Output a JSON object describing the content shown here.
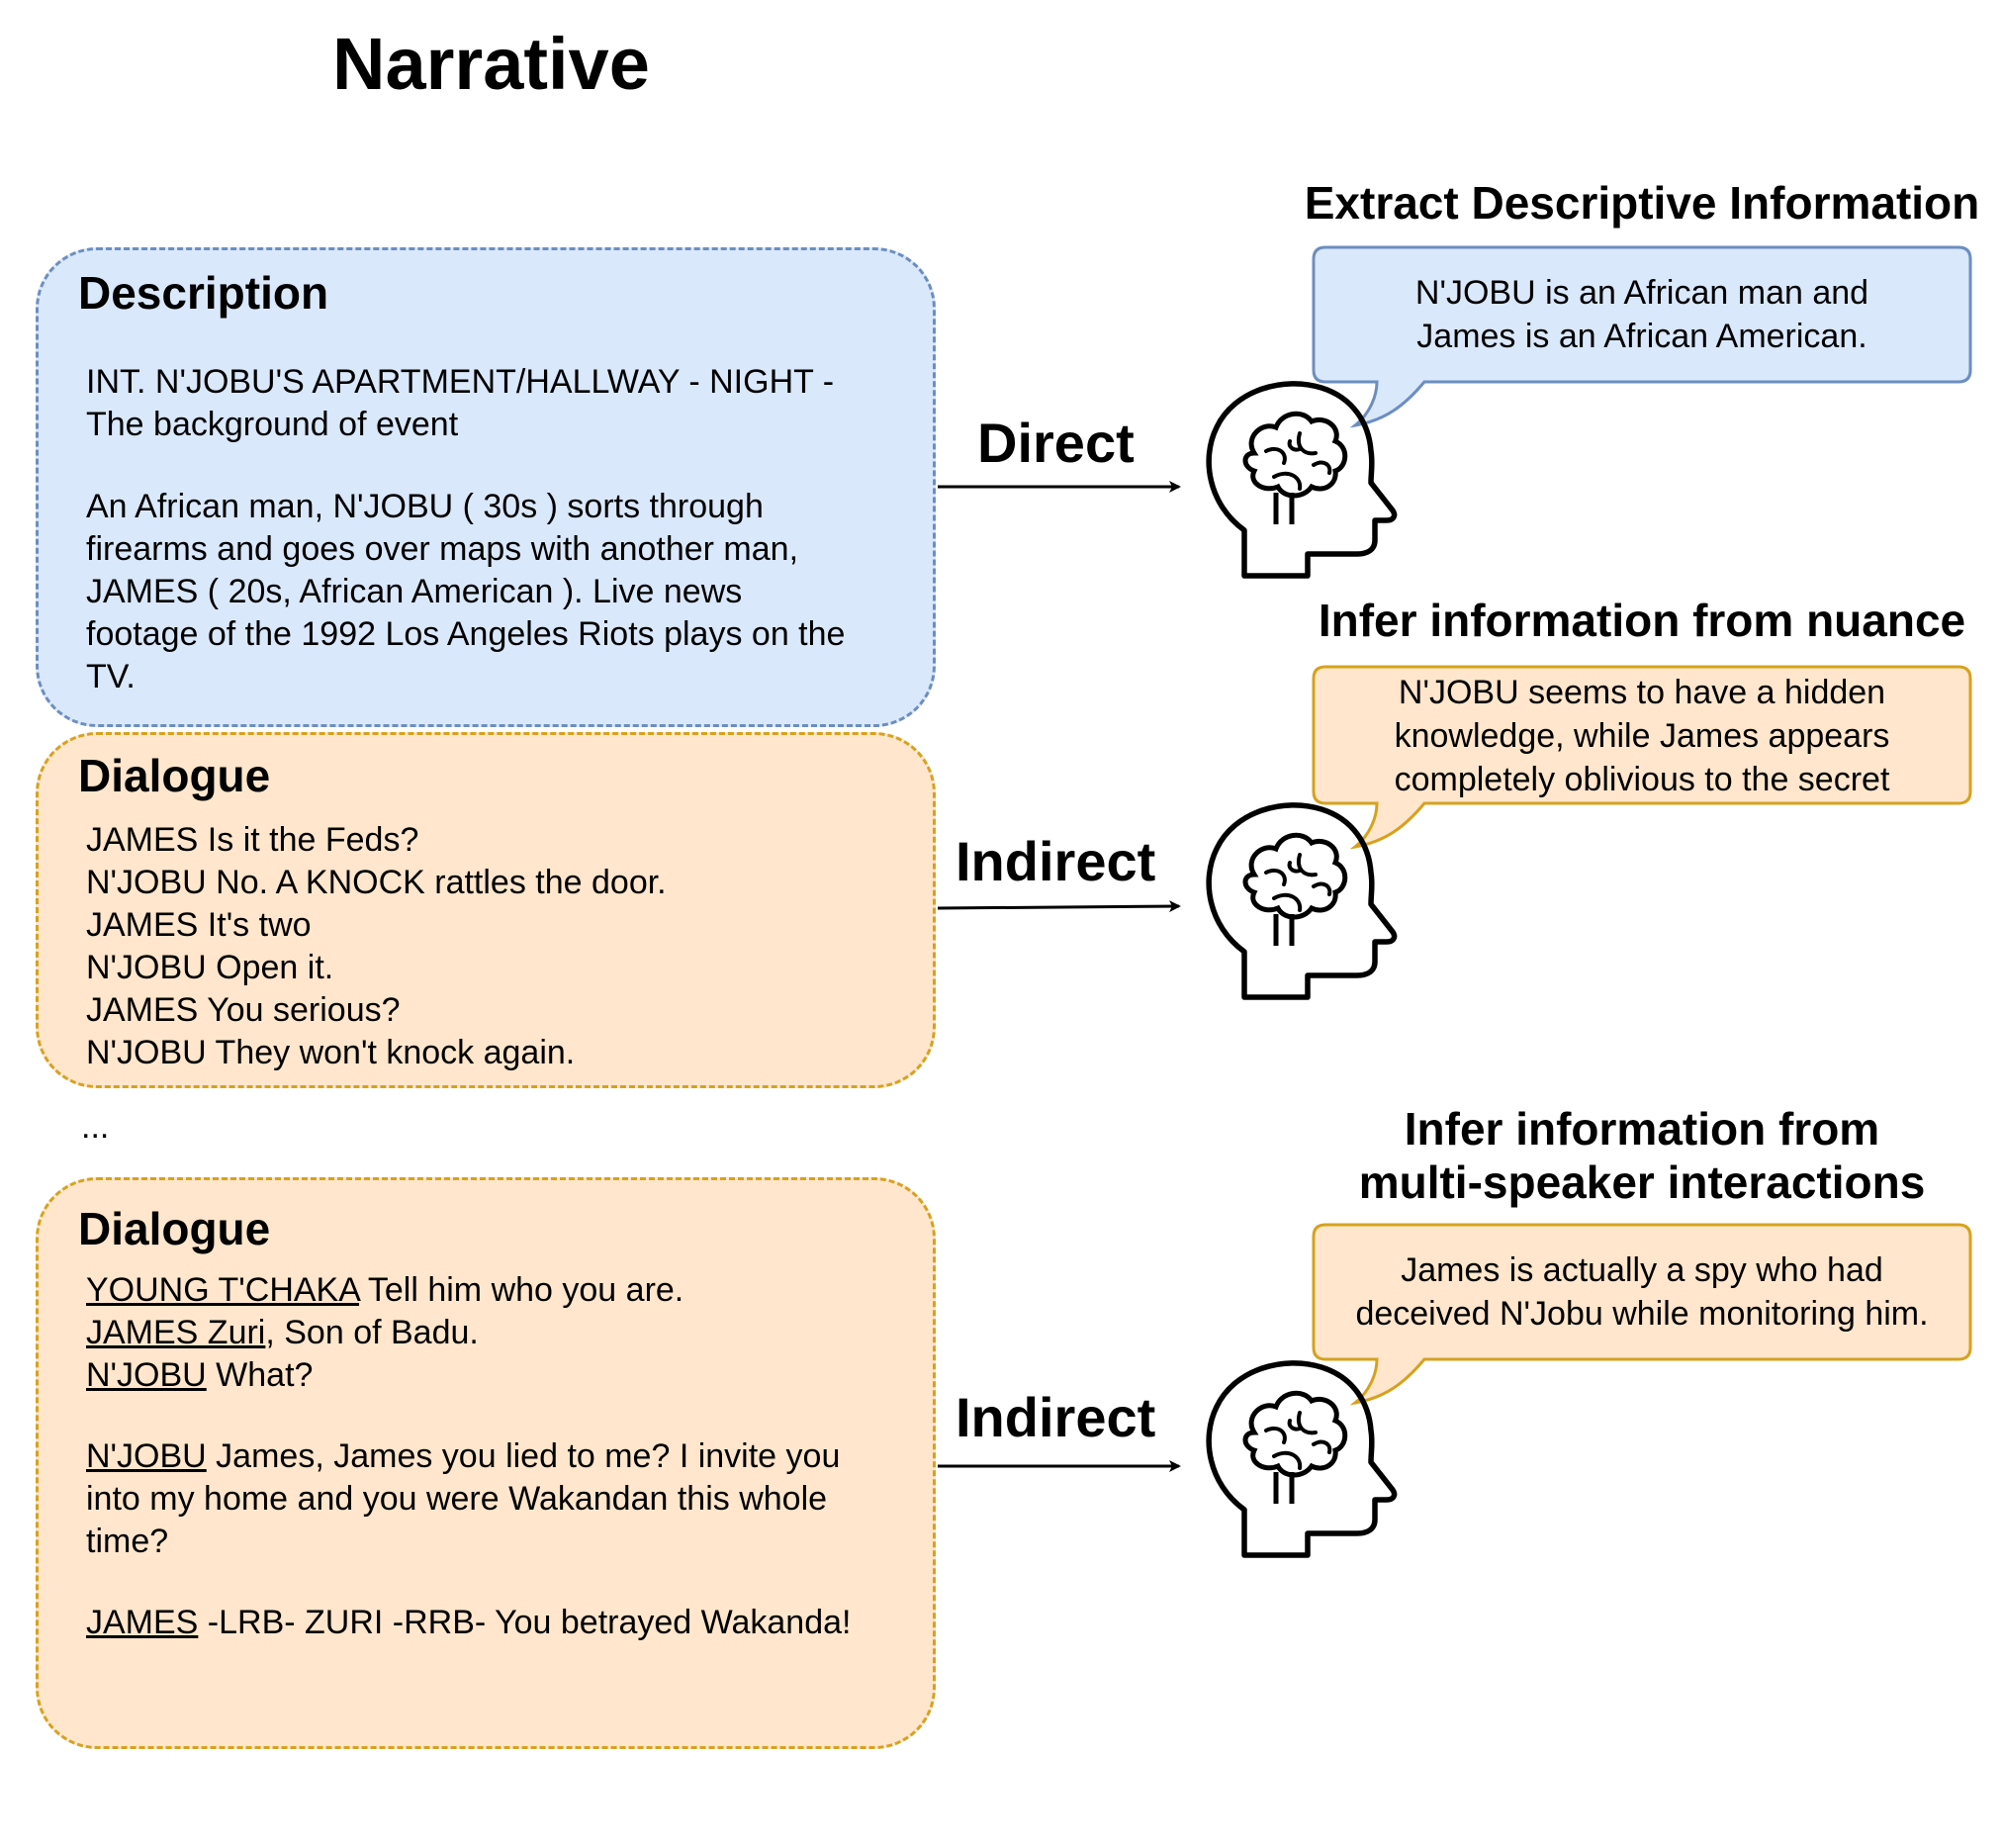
{
  "title": "Narrative",
  "description_box": {
    "heading": "Description",
    "scene": "INT. N'JOBU'S APARTMENT/HALLWAY - NIGHT - The background of event",
    "scene_lines": [
      "INT. N'JOBU'S APARTMENT/HALLWAY - NIGHT -",
      "The background of event"
    ],
    "body_lines": [
      "An African man, N'JOBU ( 30s ) sorts through",
      "firearms and goes over maps with another man,",
      "JAMES ( 20s, African American ). Live news",
      "footage of the 1992 Los Angeles Riots plays on the",
      "TV."
    ]
  },
  "dialogue_box_1": {
    "heading": "Dialogue",
    "lines": [
      "JAMES Is it the Feds?",
      "N'JOBU No. A KNOCK rattles the door.",
      "JAMES It's two",
      "N'JOBU Open it.",
      "JAMES You serious?",
      "N'JOBU They won't knock again."
    ]
  },
  "ellipsis": "...",
  "dialogue_box_2": {
    "heading": "Dialogue",
    "line1_speaker": "YOUNG T'CHAKA",
    "line1_text": " Tell him who you are.",
    "line2_speaker": "JAMES Zuri",
    "line2_text": ", Son of Badu.",
    "line3_speaker": "N'JOBU",
    "line3_text": " What?",
    "line4_speaker": "N'JOBU",
    "line4_text": " James, James you lied to me? I invite you",
    "line4_cont": [
      "into my home and you were Wakandan this whole",
      "time?"
    ],
    "line5_speaker": "JAMES",
    "line5_text": " -LRB- ZURI -RRB- You betrayed Wakanda!"
  },
  "arrows": {
    "a1": "Direct",
    "a2": "Indirect",
    "a3": "Indirect"
  },
  "outputs": {
    "o1": {
      "heading": "Extract Descriptive Information",
      "bubble": [
        "N'JOBU is an African man and",
        "James is an African American."
      ]
    },
    "o2": {
      "heading": "Infer information from nuance",
      "bubble": [
        "N'JOBU seems to have a hidden",
        "knowledge, while James appears",
        "completely oblivious to the secret"
      ]
    },
    "o3": {
      "heading_lines": [
        "Infer information from",
        "multi-speaker interactions"
      ],
      "bubble": [
        "James is actually a spy who had",
        "deceived N'Jobu while monitoring him."
      ]
    }
  },
  "colors": {
    "blue_fill": "#dae8fc",
    "blue_stroke": "#6c8ebf",
    "orange_fill": "#ffe6cc",
    "orange_stroke": "#d6a21e"
  },
  "icons": [
    "brain-head-icon",
    "arrow-right-icon"
  ]
}
